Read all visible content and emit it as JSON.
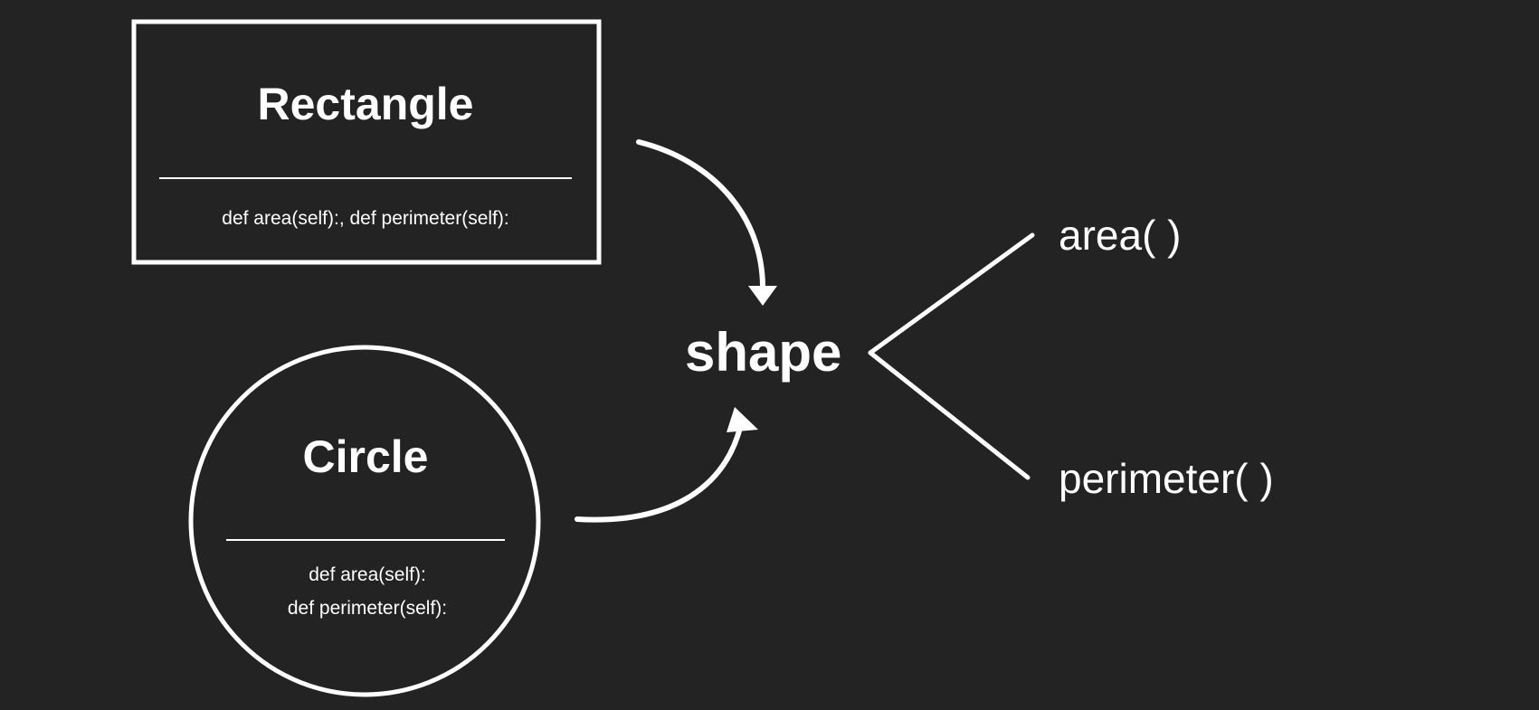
{
  "colors": {
    "background": "#232323",
    "foreground": "#ffffff"
  },
  "rectangle": {
    "title": "Rectangle",
    "methods": "def area(self):, def perimeter(self):"
  },
  "circle": {
    "title": "Circle",
    "method_1": "def area(self):",
    "method_2": "def perimeter(self):"
  },
  "shape": {
    "label": "shape"
  },
  "methods": {
    "area": "area( )",
    "perimeter": "perimeter( )"
  }
}
